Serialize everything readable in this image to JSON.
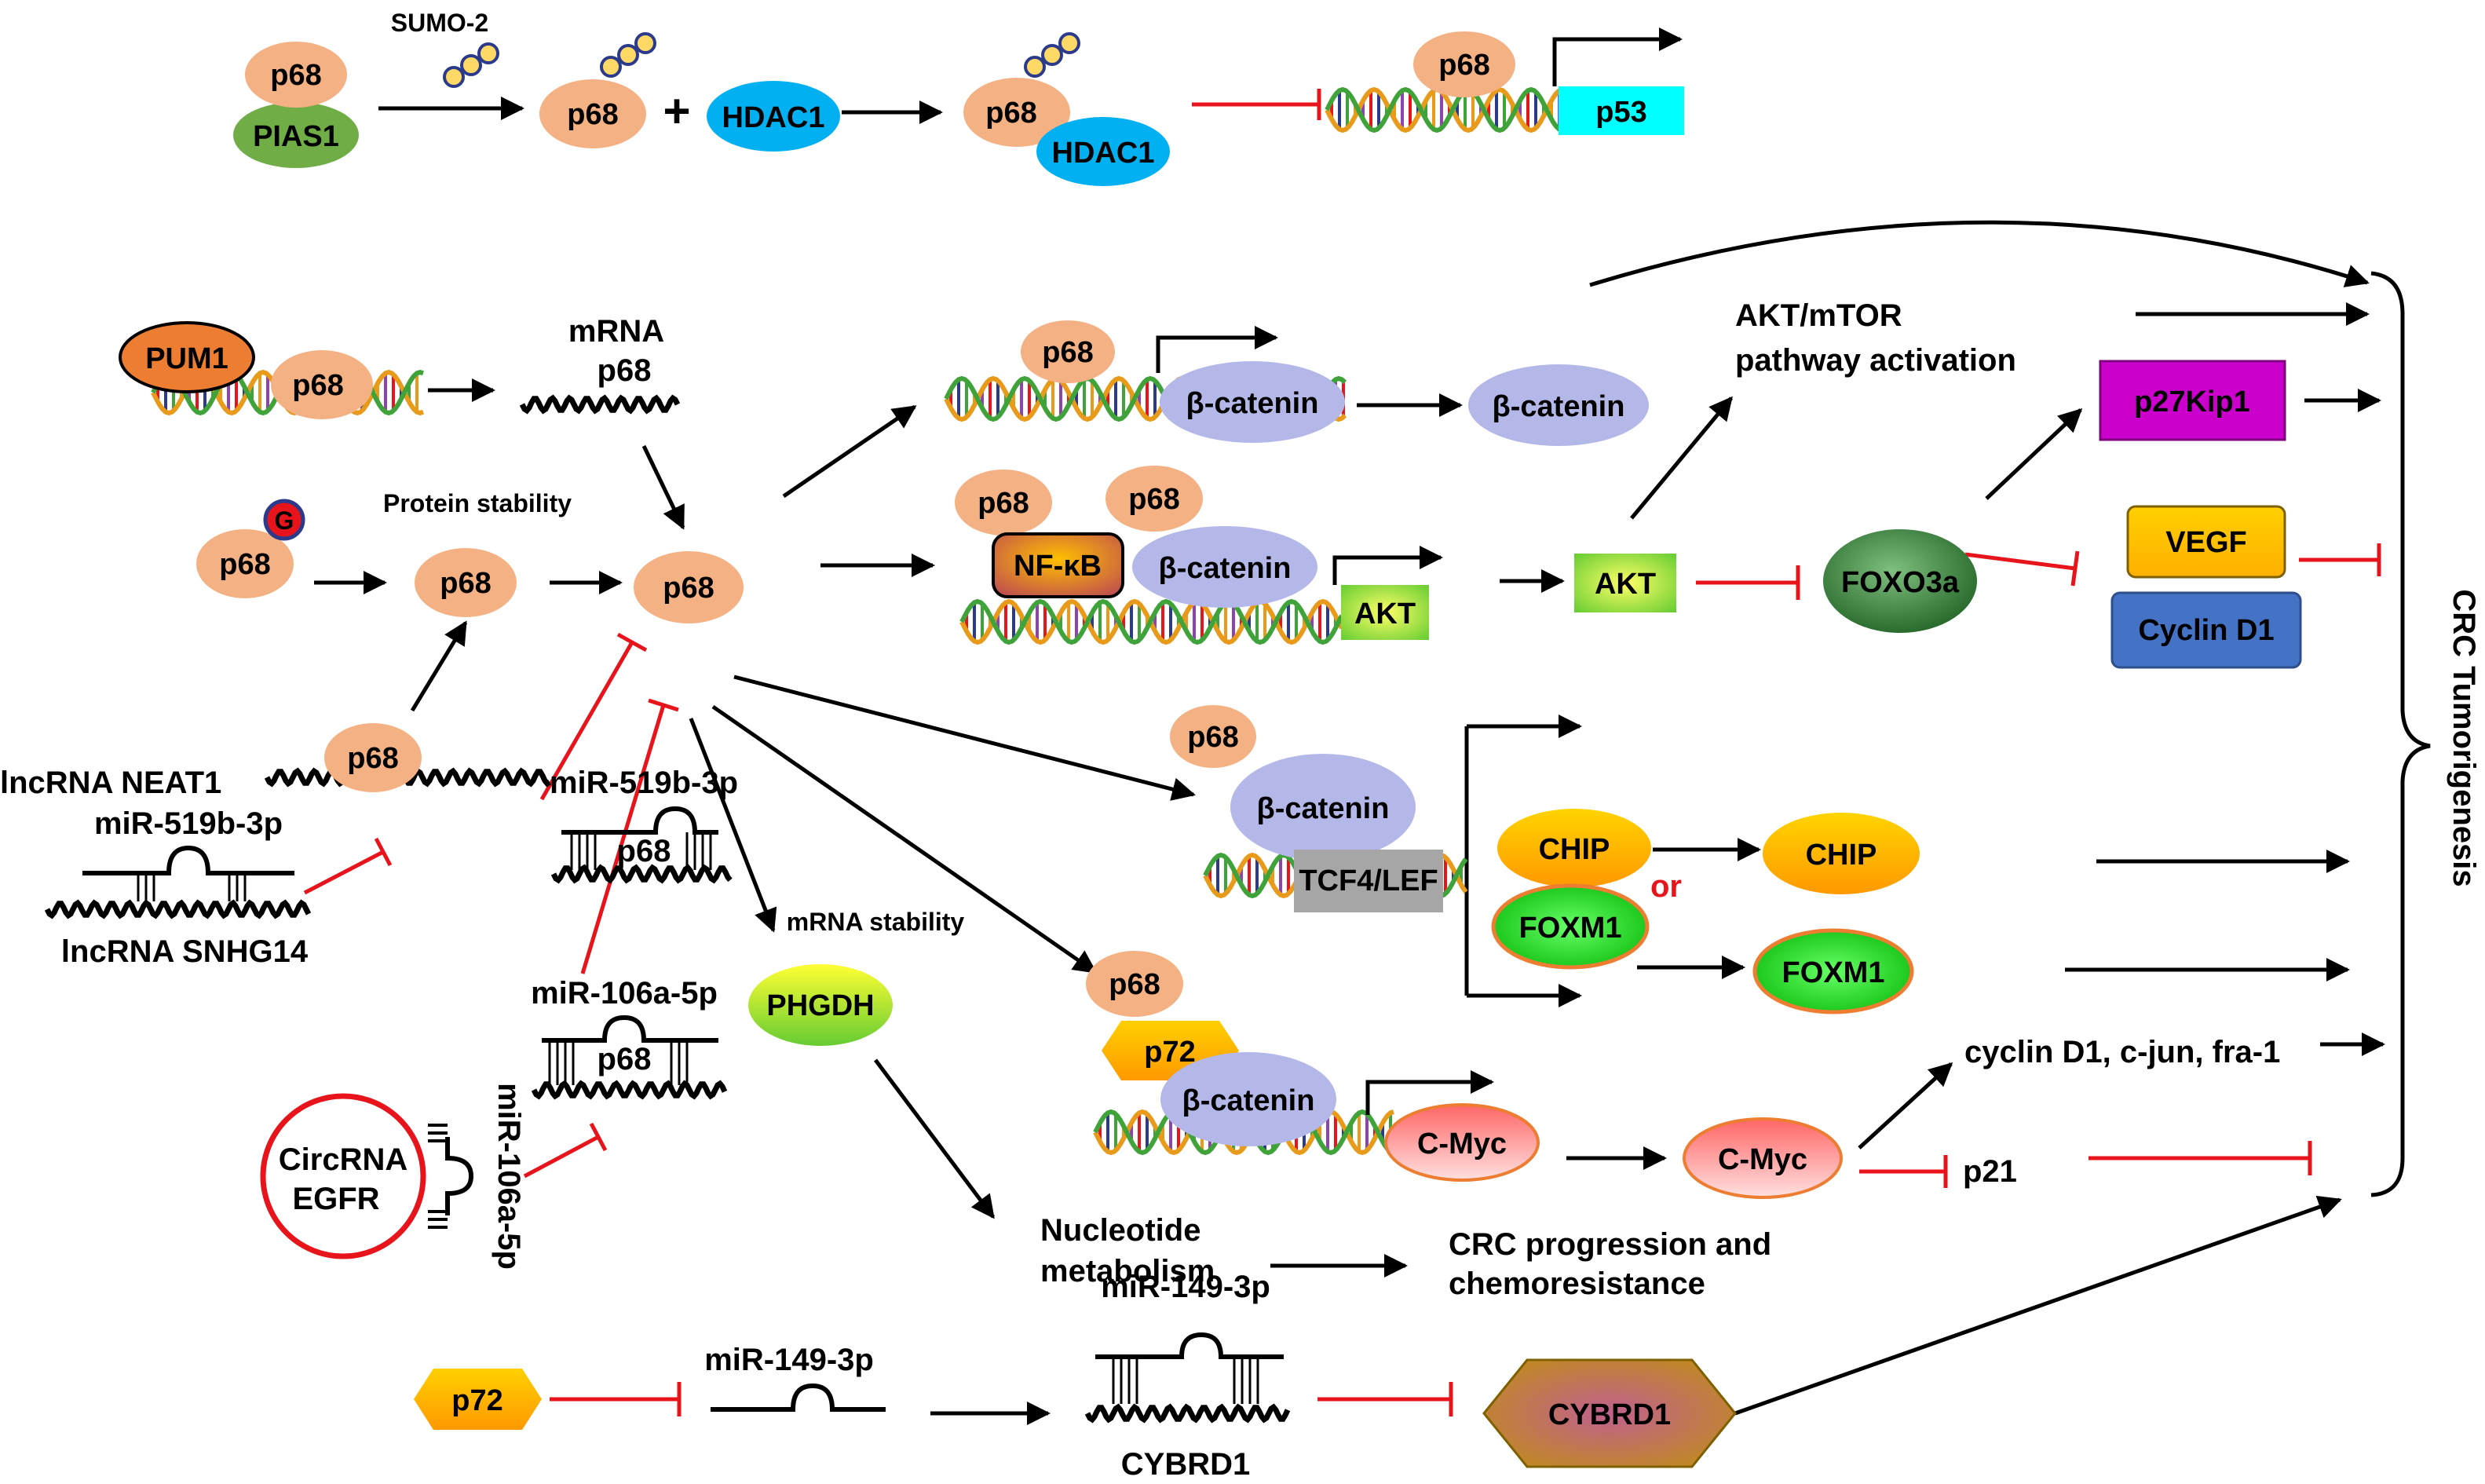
{
  "colors": {
    "p68": "#f4b183",
    "pias1": "#70ad47",
    "hdac1": "#00b0f0",
    "p53": "#00ffff",
    "pum1": "#ed7d31",
    "beta_catenin": "#b4b8e8",
    "nfkb": "#c0504d",
    "akt": "#92d050",
    "foxo3a": "#2e7d32",
    "p27kip1": "#cc00cc",
    "vegf": "#ffc000",
    "cyclin_d1": "#4472c4",
    "chip": "#ffc000",
    "foxm1": "#00cc00",
    "tcf4_lef": "#a6a6a6",
    "cmyc": "#ff9999",
    "phgdh": "#a9d18e",
    "p72": "#ffc000",
    "cybrd1": "#bf9000",
    "circrna": "#e8141b",
    "inhibition": "#e8141b",
    "sumo": "#ffd966",
    "g_mark": "#e8141b"
  },
  "icons": {
    "sumo": "yellow-bead-chain",
    "dna": "double-helix",
    "rna": "wavy-strand",
    "mirna": "hairpin-with-seed-pairs",
    "activation": "black-arrow",
    "inhibition": "red-t-bar"
  },
  "labels": {
    "sumo2": "SUMO-2",
    "p68": "p68",
    "pias1": "PIAS1",
    "plus": "+",
    "hdac1": "HDAC1",
    "p53": "p53",
    "pum1": "PUM1",
    "mrna": "mRNA",
    "protein_stability": "Protein stability",
    "g": "G",
    "lncrna_neat1": "lncRNA NEAT1",
    "mir519b": "miR-519b-3p",
    "lncrna_snhg14": "lncRNA SNHG14",
    "mir106a": "miR-106a-5p",
    "circrna": "CircRNA",
    "egfr": "EGFR",
    "mrna_stability": "mRNA stability",
    "phgdh": "PHGDH",
    "beta_catenin": "β-catenin",
    "nfkb": "NF-κB",
    "akt": "AKT",
    "akt_mtor_1": "AKT/mTOR",
    "akt_mtor_2": "pathway activation",
    "p27kip1": "p27Kip1",
    "foxo3a": "FOXO3a",
    "vegf": "VEGF",
    "cyclin_d1": "Cyclin D1",
    "tcf4_lef": "TCF4/LEF",
    "chip": "CHIP",
    "or": "or",
    "foxm1": "FOXM1",
    "p72": "p72",
    "cmyc": "C-Myc",
    "cyclin_line": "cyclin D1, c-jun, fra-1",
    "p21": "p21",
    "nucleotide_1": "Nucleotide",
    "nucleotide_2": "metabolism",
    "crc_prog_1": "CRC progression and",
    "crc_prog_2": "chemoresistance",
    "mir149": "miR-149-3p",
    "cybrd1": "CYBRD1",
    "crc_tumorigenesis": "CRC Tumorigenesis"
  }
}
